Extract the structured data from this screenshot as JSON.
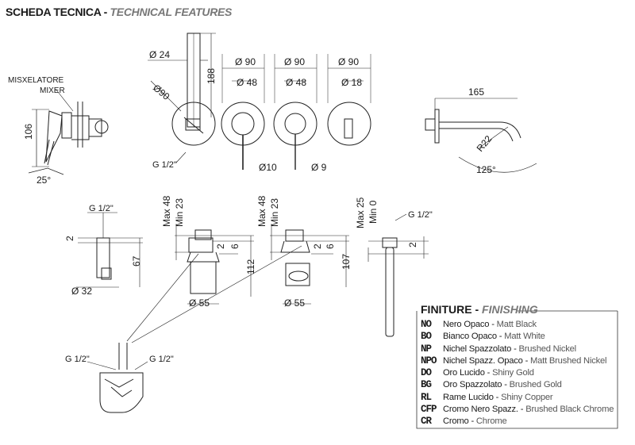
{
  "title": {
    "it": "SCHEDA TECNICA",
    "sep": " - ",
    "en": "TECHNICAL FEATURES"
  },
  "labels": {
    "mixer_it": "MISXELATORE",
    "mixer_en": "MIXER",
    "d24": "Ø 24",
    "h188": "188",
    "r90": "Ø90",
    "g12a": "G 1/2\"",
    "d90a": "Ø 90",
    "d48a": "Ø 48",
    "d90b": "Ø 90",
    "d48b": "Ø 48",
    "d90c": "Ø 90",
    "d18": "Ø 18",
    "d10": "Ø10",
    "d9": "Ø 9",
    "h106": "106",
    "a25": "25°",
    "w165": "165",
    "r22": "R22",
    "a125": "125°",
    "g12b": "G 1/2\"",
    "s2a": "2",
    "h67": "67",
    "d32": "Ø 32",
    "max48a": "Max 48",
    "min23a": "Min 23",
    "s2b": "2",
    "s6a": "6",
    "h112": "112",
    "d55a": "Ø 55",
    "max48b": "Max 48",
    "min23b": "Min 23",
    "s2c": "2",
    "s6b": "6",
    "h107": "107",
    "d55b": "Ø 55",
    "max25": "Max 25",
    "min0": "Min 0",
    "g12c": "G 1/2\"",
    "s2d": "2",
    "g12d": "G 1/2\"",
    "g12e": "G 1/2\""
  },
  "finishing": {
    "title_it": "FINITURE",
    "sep": " - ",
    "title_en": "FINISHING",
    "items": [
      {
        "code": "NO",
        "it": "Nero Opaco",
        "en": "Matt Black"
      },
      {
        "code": "BO",
        "it": "Bianco Opaco",
        "en": "Matt White"
      },
      {
        "code": "NP",
        "it": "Nichel Spazzolato",
        "en": "Brushed Nickel"
      },
      {
        "code": "NPO",
        "it": "Nichel Spazz. Opaco",
        "en": "Matt Brushed Nickel"
      },
      {
        "code": "DO",
        "it": "Oro Lucido",
        "en": "Shiny Gold"
      },
      {
        "code": "BG",
        "it": "Oro Spazzolato",
        "en": "Brushed Gold"
      },
      {
        "code": "RL",
        "it": "Rame Lucido",
        "en": "Shiny Copper"
      },
      {
        "code": "CFP",
        "it": "Cromo Nero Spazz.",
        "en": "Brushed Black Chrome"
      },
      {
        "code": "CR",
        "it": "Cromo",
        "en": "Chrome"
      }
    ]
  }
}
